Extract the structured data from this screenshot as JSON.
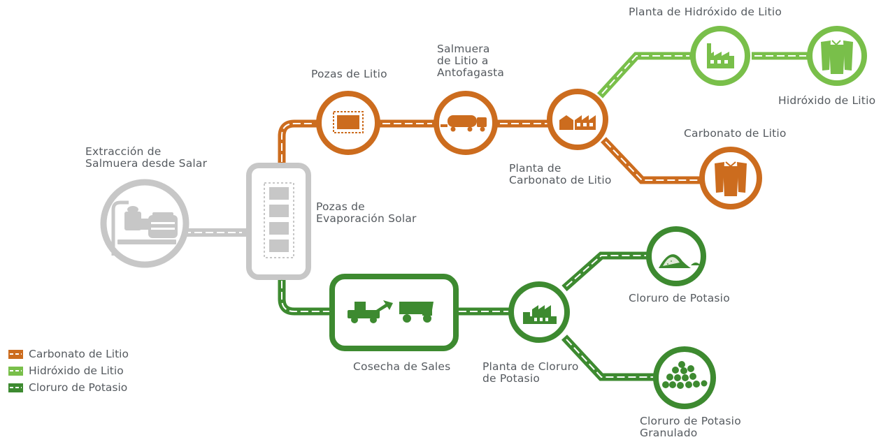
{
  "colors": {
    "carbonato": "#cc6c1e",
    "hidroxido": "#79bf4a",
    "cloruro": "#3d8a30",
    "gray": "#c7c7c7"
  },
  "nodes": {
    "extraccion": {
      "lines": [
        "Extracción de",
        "Salmuera desde Salar"
      ],
      "icon": "pump-icon"
    },
    "evaporacion": {
      "lines": [
        "Pozas de",
        "Evaporación Solar"
      ],
      "icon": "evaporation-ponds-icon"
    },
    "pozas_litio": {
      "lines": [
        "Pozas de Litio"
      ],
      "icon": "lithium-pond-icon"
    },
    "salmuera_antofagasta": {
      "lines": [
        "Salmuera",
        "de Litio a",
        "Antofagasta"
      ],
      "icon": "tanker-truck-icon"
    },
    "planta_carbonato": {
      "lines": [
        "Planta de",
        "Carbonato de Litio"
      ],
      "icon": "factory-icon"
    },
    "planta_hidroxido": {
      "lines": [
        "Planta de Hidróxido de Litio"
      ],
      "icon": "factory-icon"
    },
    "hidroxido_litio": {
      "lines": [
        "Hidróxido de Litio"
      ],
      "icon": "bags-icon"
    },
    "carbonato_litio": {
      "lines": [
        "Carbonato de Litio"
      ],
      "icon": "bags-icon"
    },
    "cosecha_sales": {
      "lines": [
        "Cosecha de Sales"
      ],
      "icon": "loader-truck-icon"
    },
    "planta_cloruro": {
      "lines": [
        "Planta de Cloruro",
        "de Potasio"
      ],
      "icon": "factory-icon"
    },
    "cloruro_potasio": {
      "lines": [
        "Cloruro de Potasio"
      ],
      "icon": "powder-pile-icon"
    },
    "cloruro_granulado": {
      "lines": [
        "Cloruro de Potasio",
        "Granulado"
      ],
      "icon": "granules-icon"
    }
  },
  "legend": [
    {
      "label": "Carbonato de Litio",
      "color": "#cc6c1e"
    },
    {
      "label": "Hidróxido de Litio",
      "color": "#79bf4a"
    },
    {
      "label": "Cloruro de Potasio",
      "color": "#3d8a30"
    }
  ]
}
